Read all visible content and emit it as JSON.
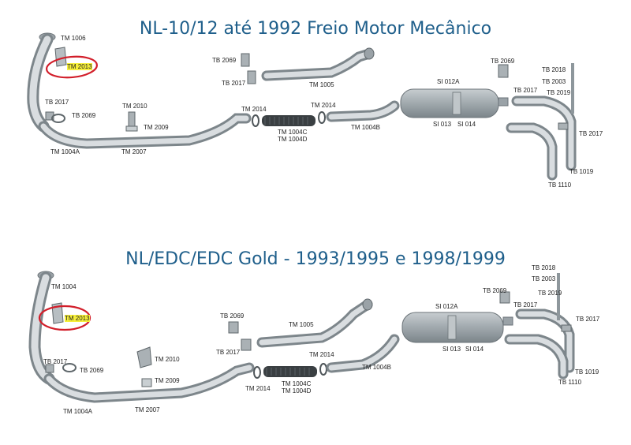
{
  "accent_color": "#1f5f8b",
  "highlight_color": "#f6ef3a",
  "circle_color": "#d21e2a",
  "diagrams": [
    {
      "title": "NL-10/12 até 1992 Freio Motor Mecânico",
      "labels": {
        "tm1006": "TM 1006",
        "tm2013": "TM 2013",
        "tb2017a": "TB 2017",
        "tb2069a": "TB 2069",
        "tm1004a": "TM 1004A",
        "tm2010": "TM 2010",
        "tm2009": "TM 2009",
        "tm2007": "TM 2007",
        "tb2069b": "TB 2069",
        "tb2017b": "TB 2017",
        "tm1005": "TM 1005",
        "tm2014a": "TM 2014",
        "tm2014b": "TM 2014",
        "tm1004c": "TM 1004C",
        "tm1004d": "TM 1004D",
        "tm1004b": "TM 1004B",
        "si012a": "SI 012A",
        "si013": "SI 013",
        "si014": "SI 014",
        "tb2069c": "TB 2069",
        "tb2017c": "TB 2017",
        "tb2018": "TB 2018",
        "tb2003": "TB 2003",
        "tb2019": "TB 2019",
        "tb2017d": "TB 2017",
        "tb1019": "TB 1019",
        "tb1110": "TB 1110"
      }
    },
    {
      "title": "NL/EDC/EDC Gold - 1993/1995 e 1998/1999",
      "labels": {
        "tm1004": "TM 1004",
        "tm2013": "TM 2013",
        "tb2017a": "TB 2017",
        "tb2069a": "TB 2069",
        "tm1004a": "TM 1004A",
        "tm2010": "TM 2010",
        "tm2009": "TM 2009",
        "tm2007": "TM 2007",
        "tb2069b": "TB 2069",
        "tb2017b": "TB 2017",
        "tm1005": "TM 1005",
        "tm2014a": "TM 2014",
        "tm2014b": "TM 2014",
        "tm1004c": "TM 1004C",
        "tm1004d": "TM 1004D",
        "tm1004b": "TM 1004B",
        "si012a": "SI 012A",
        "si013": "SI 013",
        "si014": "SI 014",
        "tb2069c": "TB 2069",
        "tb2017c": "TB 2017",
        "tb2018": "TB 2018",
        "tb2003": "TB 2003",
        "tb2019": "TB 2019",
        "tb2017d": "TB 2017",
        "tb1019": "TB 1019",
        "tb1110": "TB 1110"
      }
    }
  ]
}
